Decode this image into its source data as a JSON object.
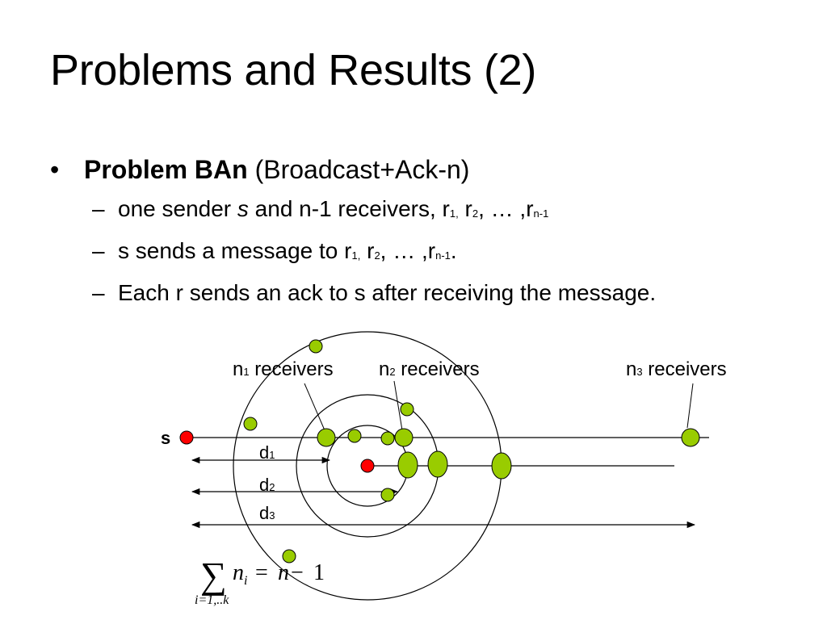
{
  "title": "Problems and Results (2)",
  "bullet": {
    "marker": "•",
    "bold": "Problem BAn",
    "rest": " (Broadcast+Ack-n)"
  },
  "subs": [
    {
      "marker": "–",
      "t1": "one sender ",
      "t2": "s",
      "t3": " and  n-1 receivers, r",
      "s1": "1,",
      "t4": " r",
      "s2": "2",
      "t5": ", … ,r",
      "s3": "n-1"
    },
    {
      "marker": "–",
      "t1": "s sends a message to r",
      "s1": "1,",
      "t2": " r",
      "s2": "2",
      "t3": ", … ,r",
      "s3": "n-1",
      "t4": "."
    },
    {
      "marker": "–",
      "t1": "Each r sends an ack to s after receiving the message."
    }
  ],
  "diagram": {
    "labels": {
      "n1": "n",
      "n1_sub": "1",
      "n1_rest": " receivers",
      "n2": "n",
      "n2_sub": "2",
      "n2_rest": " receivers",
      "n3": "n",
      "n3_sub": "3",
      "n3_rest": " receivers",
      "s": "s",
      "d1": "d",
      "d1_sub": "1",
      "d2": "d",
      "d2_sub": "2",
      "d3": "d",
      "d3_sub": "3"
    },
    "formula": {
      "sigma": "∑",
      "lhs_n": "n",
      "lhs_i": "i",
      "eq": " = ",
      "rhs_n": "n",
      "minus": " − ",
      "one": "1",
      "lower": "i=1,..k"
    },
    "colors": {
      "receiver": "#99cc00",
      "sender": "#ff0000",
      "stroke": "#000000"
    }
  }
}
